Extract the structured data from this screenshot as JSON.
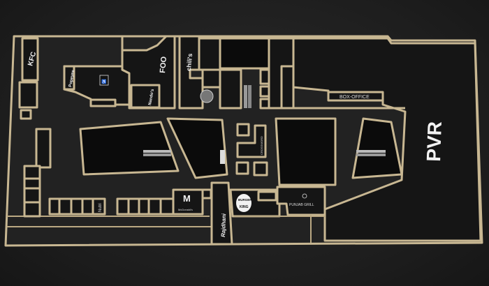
{
  "map": {
    "stores": {
      "kfc": "KFC",
      "popeyes": "Popeyes",
      "foo": "FOO",
      "nandos": "Nando's",
      "chilis": "chili's",
      "box_office": "BOX-OFFICE",
      "pvr": "PVR",
      "mcdonalds": "McDonald's",
      "burger_king_1": "BURGER",
      "burger_king_2": "KING",
      "punjab_grill": "PUNJAB GRILL",
      "rajdhani": "Rajdhani",
      "crossword": "CROSSWORD",
      "nutri": "Nutri"
    },
    "icons": [
      "restroom-icon",
      "escalator-icon"
    ],
    "colors": {
      "wall": "#c8b792",
      "floor": "#232323",
      "background": "#1c1c1c"
    }
  }
}
